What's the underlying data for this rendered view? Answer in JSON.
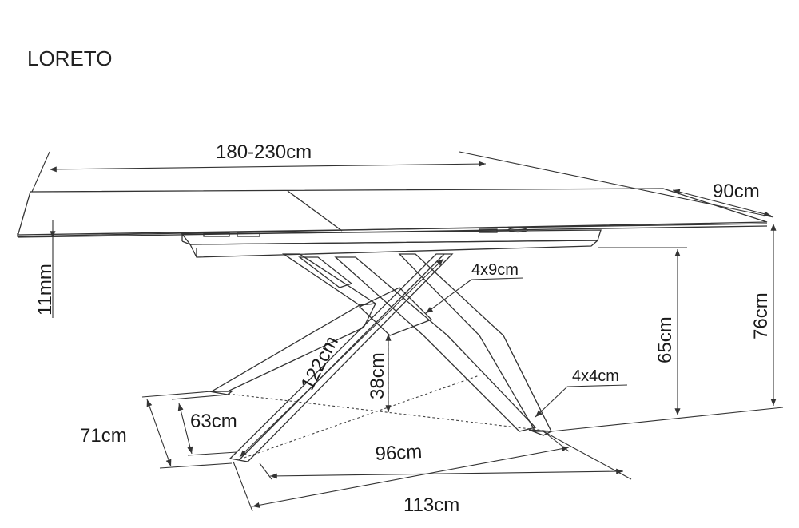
{
  "title": "LORETO",
  "dimensions": {
    "length": "180-230cm",
    "width": "90cm",
    "top_thickness": "11mm",
    "total_height": "76cm",
    "frame_height": "65cm",
    "leg_section_upper": "4x9cm",
    "leg_section_lower": "4x4cm",
    "leg_length": "122cm",
    "cross_height": "38cm",
    "base_depth_outer": "71cm",
    "base_depth_inner": "63cm",
    "base_width_inner": "96cm",
    "base_width_outer": "113cm"
  }
}
